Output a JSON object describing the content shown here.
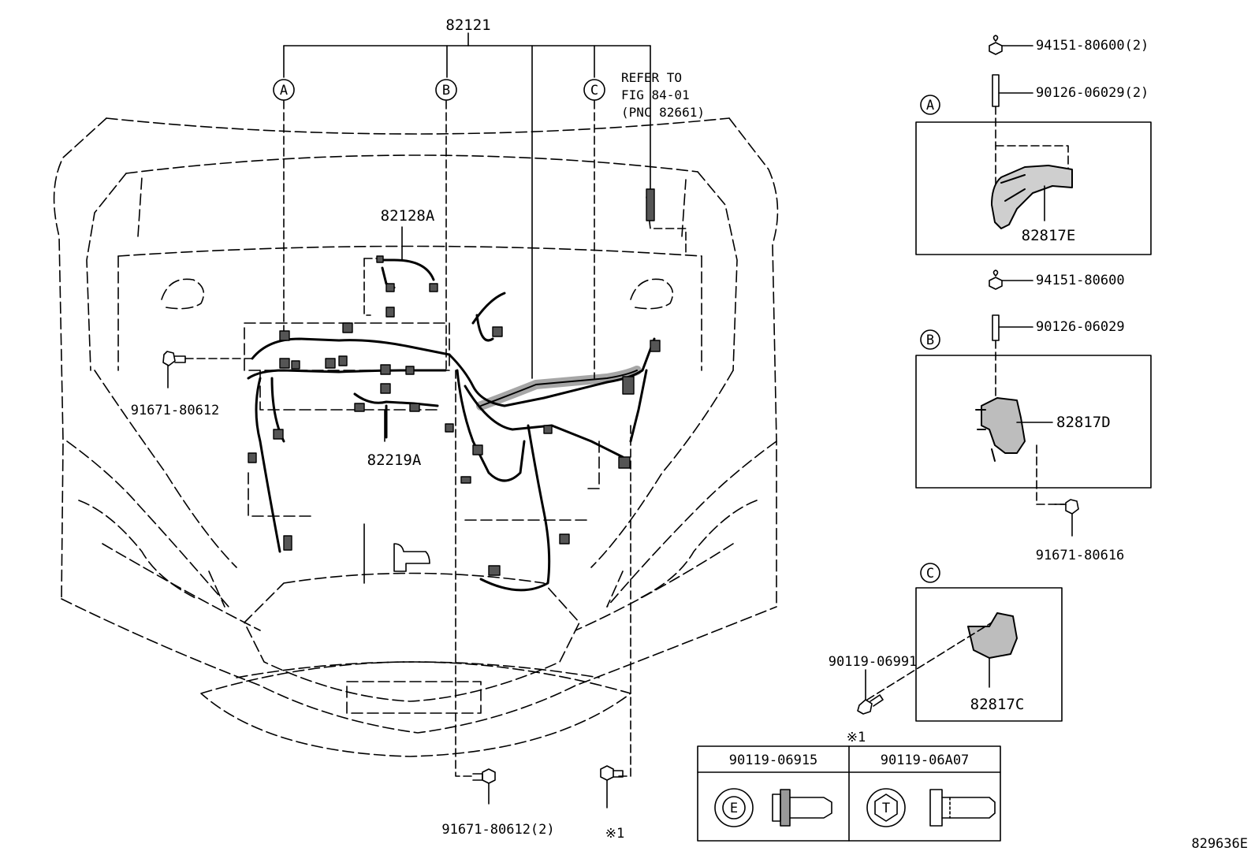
{
  "diagram": {
    "main_part": "82121",
    "callouts": {
      "a": "A",
      "b": "B",
      "c": "C"
    },
    "refer_note": {
      "line1": "REFER TO",
      "line2": "FIG 84-01",
      "line3": "(PNC 82661)"
    },
    "harness_parts": {
      "upper": "82128A",
      "lower": "82219A"
    },
    "left_bolt": "91671-80612",
    "bottom_bolt": "91671-80612(2)",
    "bottom_note": "※1",
    "detail_a": {
      "nut": "94151-80600(2)",
      "stud": "90126-06029(2)",
      "bracket": "82817E"
    },
    "detail_b": {
      "nut": "94151-80600",
      "stud": "90126-06029",
      "bracket": "82817D",
      "bolt": "91671-80616"
    },
    "detail_c": {
      "bolt": "90119-06991",
      "bracket": "82817C"
    },
    "note_table": {
      "mark": "※1",
      "columns": [
        {
          "part": "90119-06915",
          "head_mark": "E"
        },
        {
          "part": "90119-06A07",
          "head_mark": "T"
        }
      ]
    },
    "figure_id": "829636E"
  }
}
